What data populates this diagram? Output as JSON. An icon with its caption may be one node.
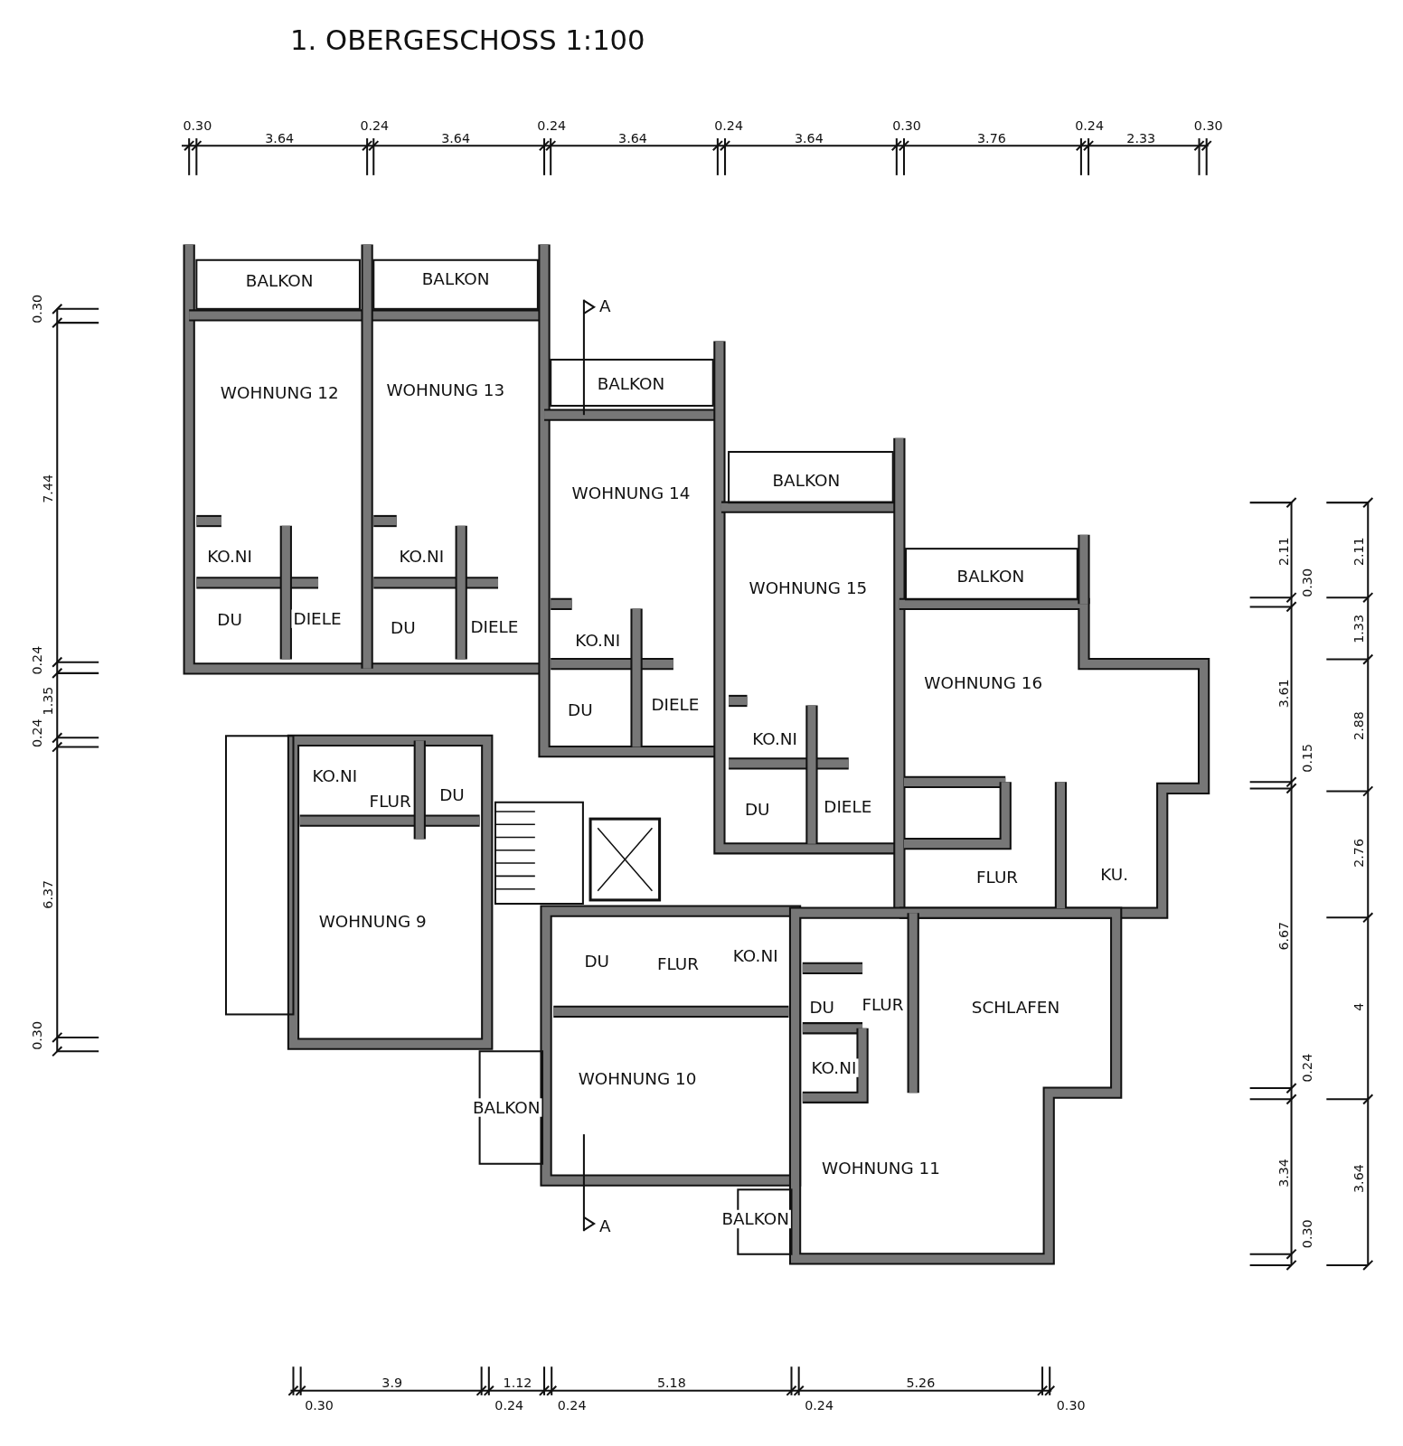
{
  "diagram": {
    "title": "1. OBERGESCHOSS 1:100",
    "labels": [
      "0.30",
      "3.64",
      "0.24",
      "3.64",
      "0.24",
      "3.64",
      "0.24",
      "3.64",
      "0.30",
      "3.76",
      "0.24",
      "2.33",
      "0.30",
      "BALKON",
      "BALKON",
      "A",
      "BALKON",
      "WOHNUNG 12",
      "WOHNUNG 13",
      "BALKON",
      "WOHNUNG 14",
      "KO.NI",
      "KO.NI",
      "BALKON",
      "WOHNUNG 15",
      "DU",
      "DIELE",
      "DU",
      "DIELE",
      "KO.NI",
      "WOHNUNG 16",
      "DU",
      "DIELE",
      "KO.NI",
      "KO.NI",
      "DU",
      "FLUR",
      "DU",
      "DIELE",
      "FLUR",
      "KU.",
      "WOHNUNG 9",
      "DU",
      "FLUR",
      "KO.NI",
      "DU",
      "FLUR",
      "SCHLAFEN",
      "KO.NI",
      "WOHNUNG 10",
      "BALKON",
      "WOHNUNG 11",
      "BALKON",
      "A",
      "0.30",
      "7.44",
      "0.24",
      "1.35",
      "0.24",
      "6.37",
      "0.30",
      "2.11",
      "0.30",
      "3.61",
      "0.15",
      "6.67",
      "0.24",
      "3.34",
      "0.30",
      "2.11",
      "1.33",
      "2.88",
      "2.76",
      "4",
      "3.64",
      "3.9",
      "1.12",
      "5.18",
      "5.26",
      "0.30",
      "0.24",
      "0.24",
      "0.24",
      "0.30"
    ]
  }
}
